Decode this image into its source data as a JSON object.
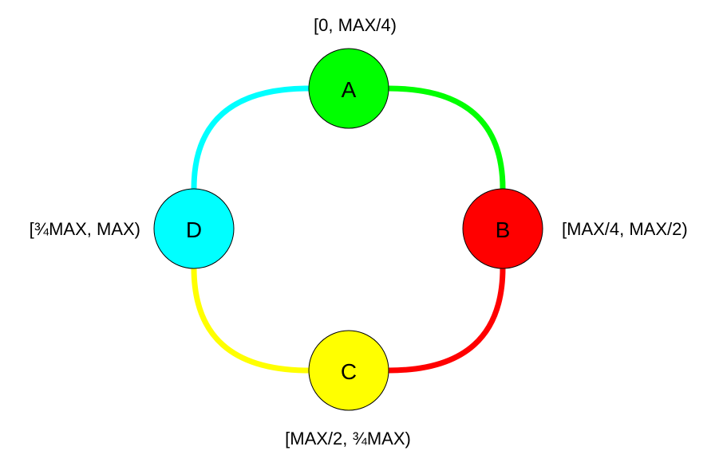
{
  "ring": {
    "nodes": [
      {
        "id": "A",
        "label": "A",
        "range": "[0, MAX/4)",
        "color": "#00ff00"
      },
      {
        "id": "B",
        "label": "B",
        "range": "[MAX/4, MAX/2)",
        "color": "#ff0000"
      },
      {
        "id": "C",
        "label": "C",
        "range": "[MAX/2, ¾MAX)",
        "color": "#ffff00"
      },
      {
        "id": "D",
        "label": "D",
        "range": "[¾MAX, MAX)",
        "color": "#00ffff"
      }
    ],
    "arcs": [
      {
        "from": "A",
        "to": "B",
        "color": "#00ff00"
      },
      {
        "from": "B",
        "to": "C",
        "color": "#ff0000"
      },
      {
        "from": "C",
        "to": "D",
        "color": "#ffff00"
      },
      {
        "from": "D",
        "to": "A",
        "color": "#00ffff"
      }
    ],
    "node_stroke": "#000000"
  }
}
